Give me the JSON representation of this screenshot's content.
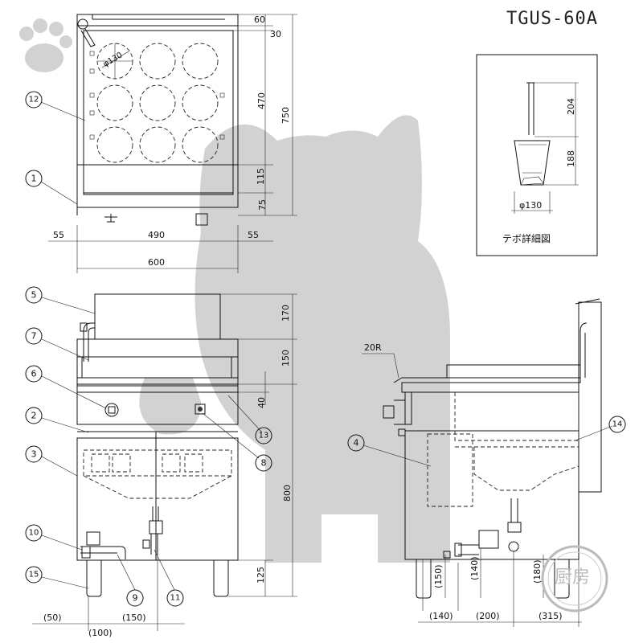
{
  "model": "TGUS-60A",
  "detail_title": "テボ詳細図",
  "dimensions": {
    "d60": "60",
    "d30": "30",
    "d470": "470",
    "d750": "750",
    "d115": "115",
    "d75": "75",
    "d55_left": "55",
    "d490": "490",
    "d55_right": "55",
    "d600": "600",
    "d170": "170",
    "d150": "150",
    "d40": "40",
    "d800": "800",
    "d125": "125",
    "d50p": "(50)",
    "d150p": "(150)",
    "d100p": "(100)",
    "r20": "20R",
    "d150p_side": "(150)",
    "d140p_side": "(140)",
    "d180p_side": "(180)",
    "d140p_bottom": "(140)",
    "d200p_bottom": "(200)",
    "d315p_bottom": "(315)",
    "basket_dia": "φ130",
    "d204": "204",
    "d188": "188",
    "detail_dia": "φ130"
  },
  "callouts": {
    "c1": "1",
    "c2": "2",
    "c3": "3",
    "c4": "4",
    "c5": "5",
    "c6": "6",
    "c7": "7",
    "c8": "8",
    "c9": "9",
    "c10": "10",
    "c11": "11",
    "c12": "12",
    "c13": "13",
    "c14": "14",
    "c15": "15"
  },
  "stamp": {
    "text": "厨房"
  }
}
